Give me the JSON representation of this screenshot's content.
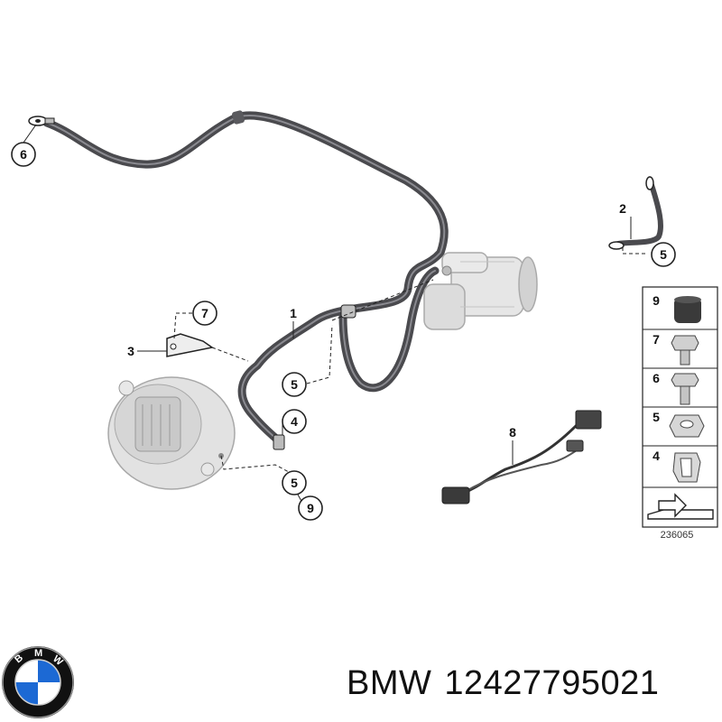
{
  "callouts": {
    "c6_top": "6",
    "c2": "2",
    "c5_right": "5",
    "c7": "7",
    "c3": "3",
    "c1": "1",
    "c5_mid": "5",
    "c4": "4",
    "c5_low": "5",
    "c9": "9",
    "c8": "8"
  },
  "legend": {
    "items": [
      "9",
      "7",
      "6",
      "5",
      "4"
    ]
  },
  "figure_number": "236065",
  "brand": {
    "logo_letters": [
      "B",
      "M",
      "W"
    ],
    "name": "BMW",
    "part_number": "12427795021"
  },
  "colors": {
    "cable": "#4a4a4e",
    "cable_highlight": "#8a8a90",
    "component_gray": "#d9d9d9",
    "logo_blue": "#1c69d4",
    "logo_black": "#111111"
  }
}
